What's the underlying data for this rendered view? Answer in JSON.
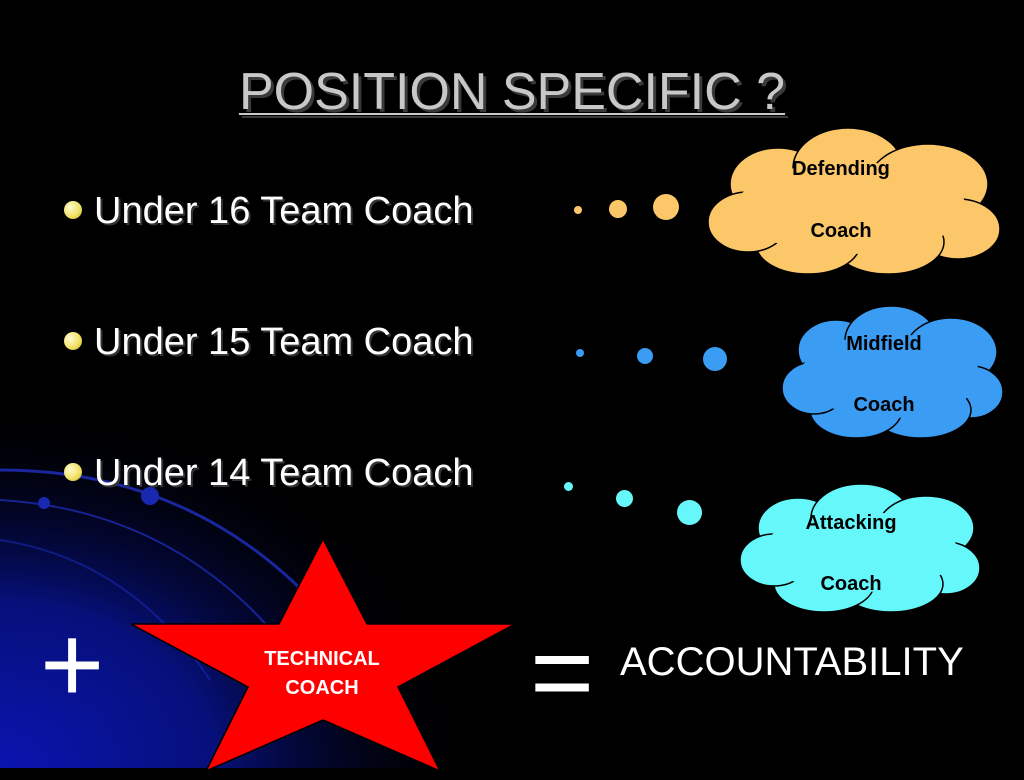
{
  "slide": {
    "title": "POSITION SPECIFIC ?",
    "bullets": [
      "Under 16 Team Coach",
      "Under 15 Team Coach",
      "Under 14 Team Coach"
    ],
    "clouds": [
      {
        "line1": "Defending",
        "line2": "Coach",
        "color": "#fcc768"
      },
      {
        "line1": "Midfield",
        "line2": "Coach",
        "color": "#3b9cf3"
      },
      {
        "line1": "Attacking",
        "line2": "Coach",
        "color": "#66f7fb"
      }
    ],
    "star": {
      "line1": "TECHNICAL",
      "line2": "COACH",
      "color": "#ff0000"
    },
    "plus_symbol": "+",
    "equals_symbol": "=",
    "result": "ACCOUNTABILITY"
  },
  "colors": {
    "background": "#000000",
    "title": "#c8c8c8",
    "arc_blue": "#1420a8"
  }
}
